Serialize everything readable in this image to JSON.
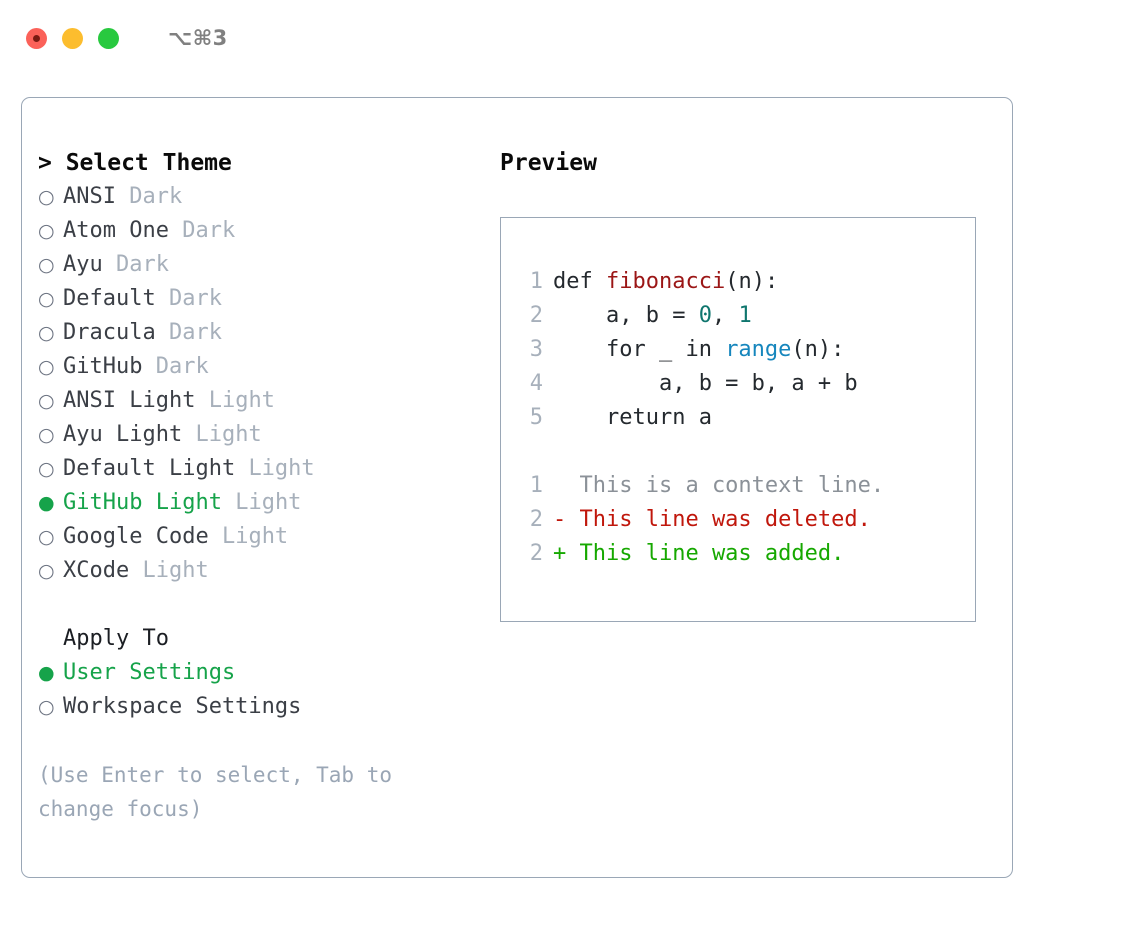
{
  "window": {
    "title": "⌥⌘3",
    "traffic_lights": [
      {
        "name": "close-button",
        "color": "#fb6159"
      },
      {
        "name": "minimize-button",
        "color": "#fcbd2e"
      },
      {
        "name": "zoom-button",
        "color": "#28c93f"
      }
    ]
  },
  "colors": {
    "selected": "#16a34a",
    "muted": "#a7b0bb",
    "border": "#9aa7b6",
    "hint": "#9aa6b5",
    "code_fn": "#9b1616",
    "code_num": "#0f766e",
    "code_builtin": "#1686bd",
    "diff_add": "#16a800",
    "diff_del": "#c0170c",
    "diff_ctx": "#8b9198"
  },
  "theme_panel": {
    "header": "> Select Theme",
    "caret": ">",
    "header_label": "Select Theme",
    "bullet_unselected": "○",
    "bullet_selected": "●",
    "items": [
      {
        "label": "ANSI",
        "variant": "Dark",
        "selected": false
      },
      {
        "label": "Atom One",
        "variant": "Dark",
        "selected": false
      },
      {
        "label": "Ayu",
        "variant": "Dark",
        "selected": false
      },
      {
        "label": "Default",
        "variant": "Dark",
        "selected": false
      },
      {
        "label": "Dracula",
        "variant": "Dark",
        "selected": false
      },
      {
        "label": "GitHub",
        "variant": "Dark",
        "selected": false
      },
      {
        "label": "ANSI Light",
        "variant": "Light",
        "selected": false
      },
      {
        "label": "Ayu Light",
        "variant": "Light",
        "selected": false
      },
      {
        "label": "Default Light",
        "variant": "Light",
        "selected": false
      },
      {
        "label": "GitHub Light",
        "variant": "Light",
        "selected": true
      },
      {
        "label": "Google Code",
        "variant": "Light",
        "selected": false
      },
      {
        "label": "XCode",
        "variant": "Light",
        "selected": false
      }
    ]
  },
  "apply_to": {
    "header": "Apply To",
    "items": [
      {
        "label": "User Settings",
        "selected": true
      },
      {
        "label": "Workspace Settings",
        "selected": false
      }
    ]
  },
  "hint": "(Use Enter to select, Tab to change focus)",
  "preview": {
    "title": "Preview",
    "code_lines": [
      {
        "ln": "1",
        "tokens": [
          {
            "text": "def ",
            "kind": "plain"
          },
          {
            "text": "fibonacci",
            "kind": "fn"
          },
          {
            "text": "(n):",
            "kind": "plain"
          }
        ]
      },
      {
        "ln": "2",
        "tokens": [
          {
            "text": "    a, b = ",
            "kind": "plain"
          },
          {
            "text": "0",
            "kind": "num"
          },
          {
            "text": ", ",
            "kind": "plain"
          },
          {
            "text": "1",
            "kind": "num"
          }
        ]
      },
      {
        "ln": "3",
        "tokens": [
          {
            "text": "    for _ in ",
            "kind": "plain"
          },
          {
            "text": "range",
            "kind": "bi"
          },
          {
            "text": "(n):",
            "kind": "plain"
          }
        ]
      },
      {
        "ln": "4",
        "tokens": [
          {
            "text": "        a, b = b, a + b",
            "kind": "plain"
          }
        ]
      },
      {
        "ln": "5",
        "tokens": [
          {
            "text": "    return a",
            "kind": "plain"
          }
        ]
      }
    ],
    "diff_lines": [
      {
        "ln": "1",
        "marker": " ",
        "text": "  This is a context line.",
        "kind": "ctx"
      },
      {
        "ln": "2",
        "marker": "-",
        "text": "- This line was deleted.",
        "kind": "del"
      },
      {
        "ln": "2",
        "marker": "+",
        "text": "+ This line was added.",
        "kind": "add"
      }
    ]
  }
}
